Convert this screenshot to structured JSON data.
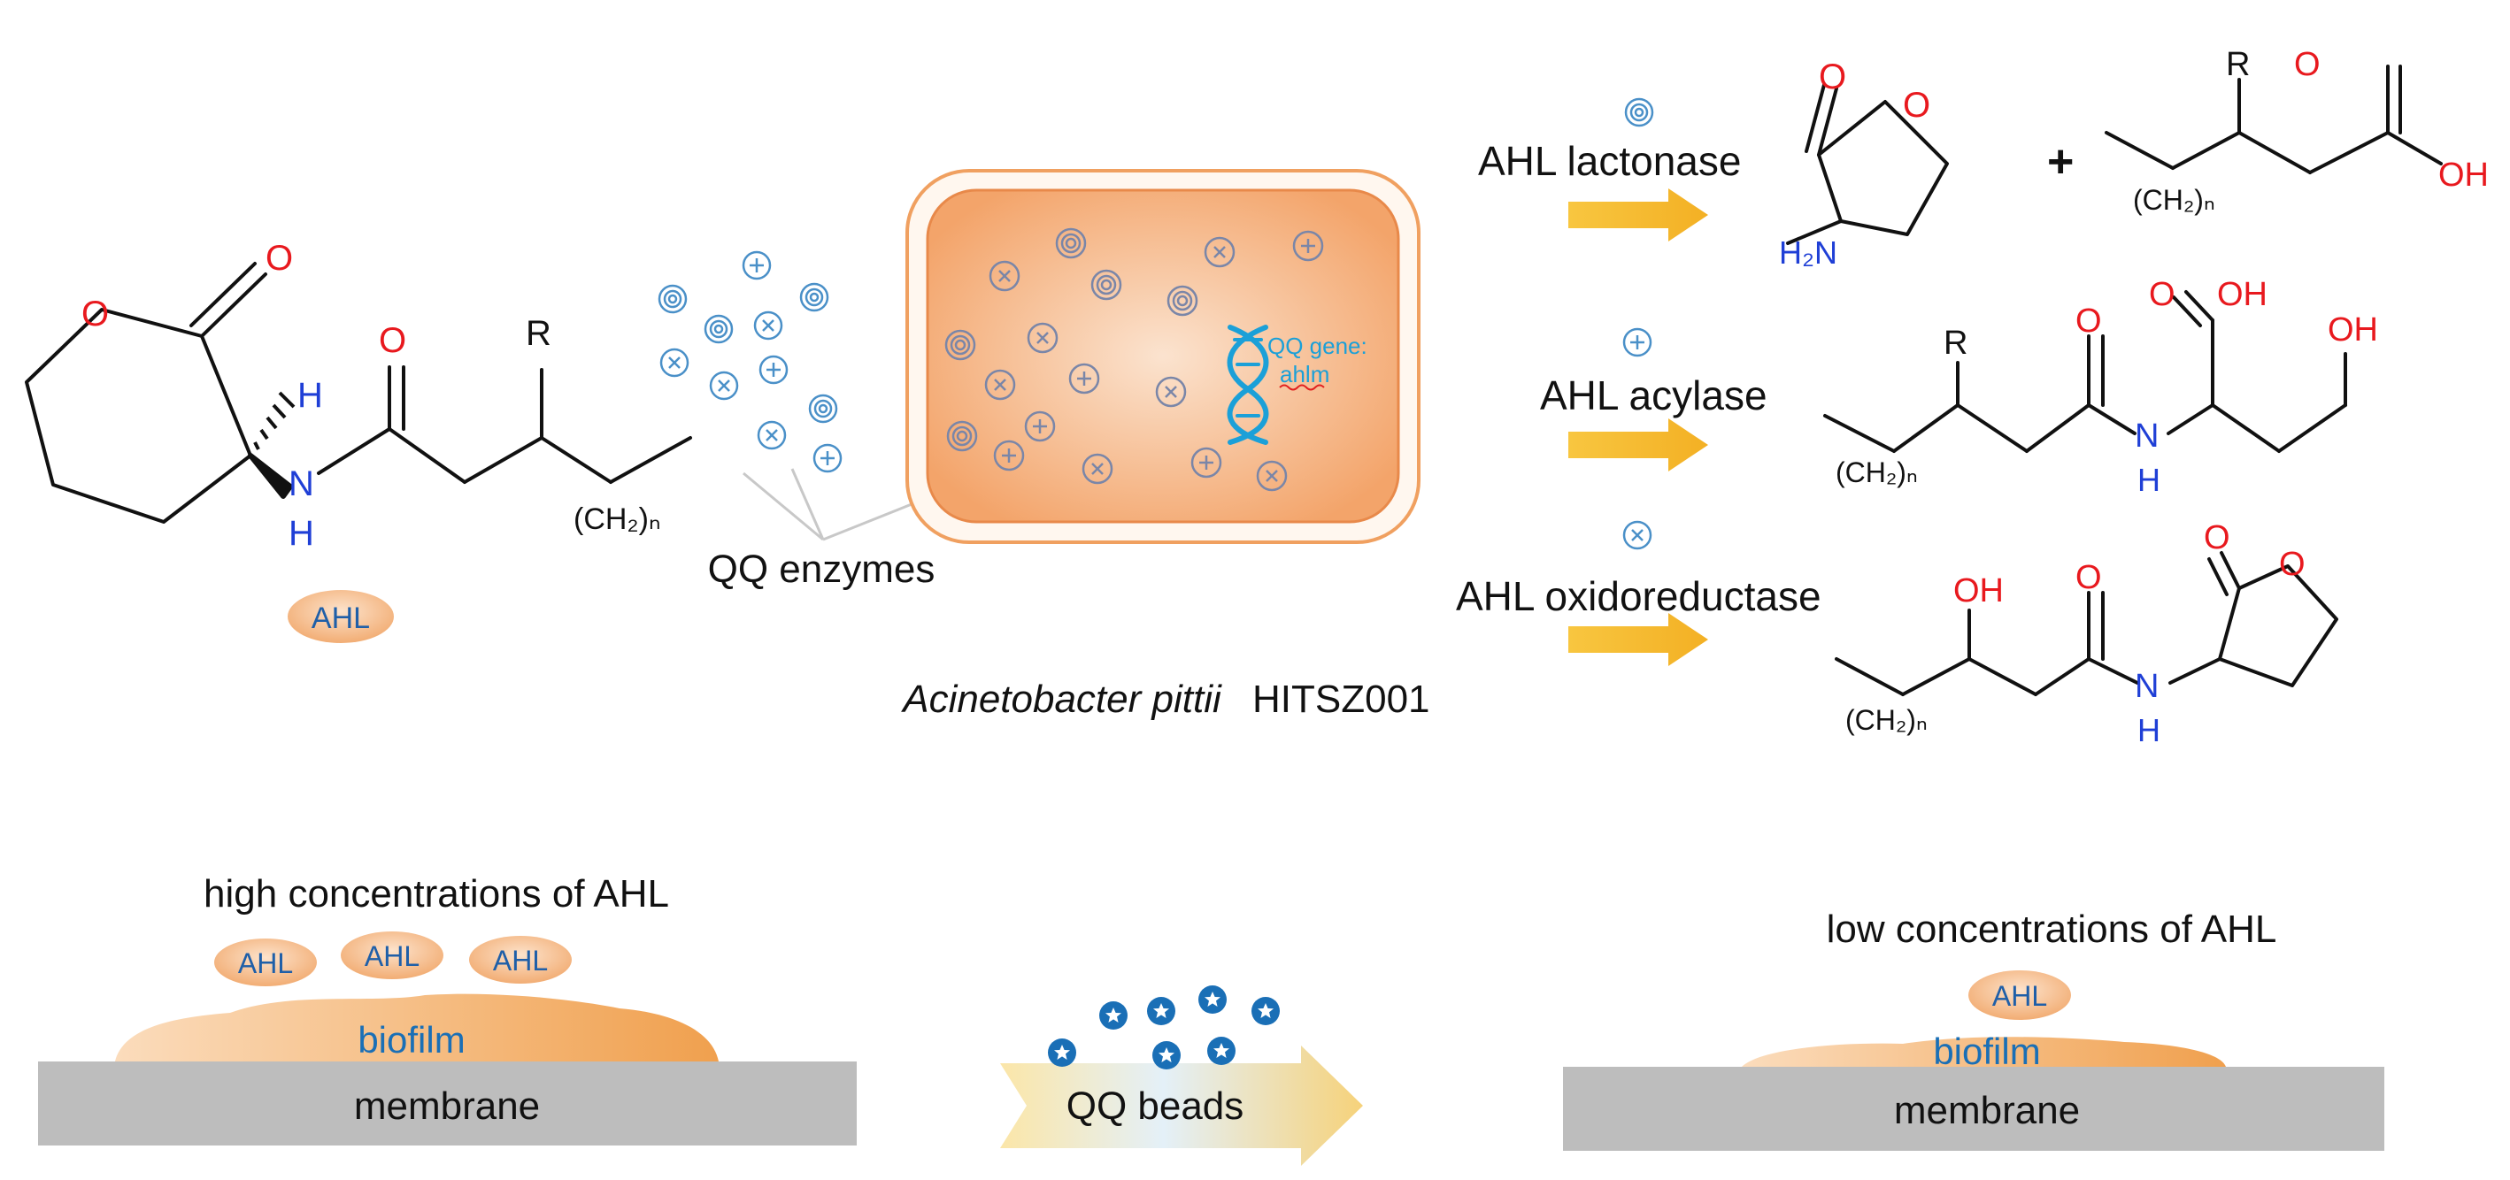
{
  "labels": {
    "ahl_badge": "AHL",
    "qq_enzymes": "QQ enzymes",
    "qq_gene_line1": "QQ gene:",
    "qq_gene_line2": "ahlm",
    "organism_italic": "Acinetobacter pittii",
    "organism_strain": "HITSZ001",
    "lactonase": "AHL lactonase",
    "acylase": "AHL acylase",
    "oxidoreductase": "AHL oxidoreductase",
    "plus": "+",
    "high_conc": "high concentrations of AHL",
    "low_conc": "low concentrations of AHL",
    "biofilm": "biofilm",
    "membrane": "membrane",
    "qq_beads": "QQ beads"
  },
  "atoms": {
    "O": "O",
    "N": "N",
    "H": "H",
    "R": "R",
    "OH": "OH",
    "H2N": "H₂N",
    "CH2n": "(CH₂)ₙ"
  },
  "colors": {
    "oxygen": "#e8191e",
    "nitrogen": "#1f3fd6",
    "orange": "#f2a561",
    "arrow_yellow": "#f5b731",
    "membrane": "#bdbdbd",
    "bead_blue": "#1a6fb6"
  },
  "icons": {
    "lactonase": "double-circle-icon",
    "acylase": "plus-circle-icon",
    "oxidoreductase": "cross-circle-icon",
    "dna": "dna-icon",
    "bead": "star-bead-icon"
  }
}
